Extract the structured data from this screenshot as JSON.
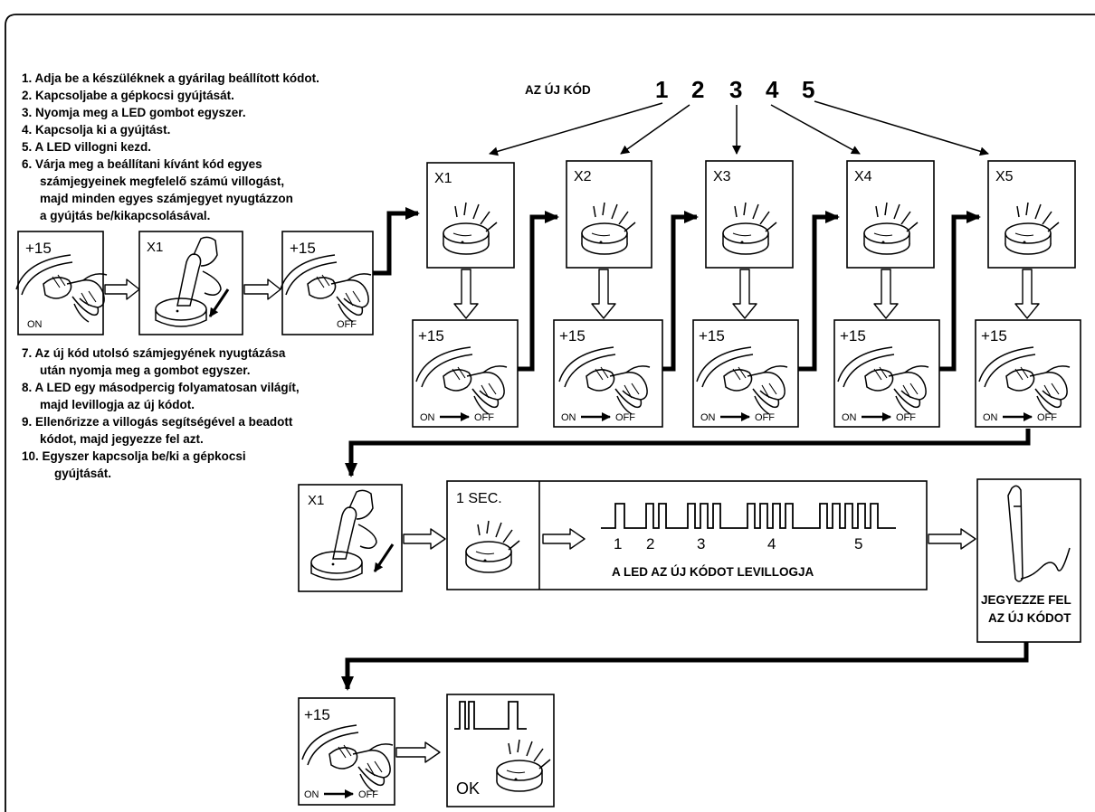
{
  "instructions_top": [
    "1. Adja be a készüléknek a gyárilag beállított kódot.",
    "2. Kapcsoljabe a gépkocsi gyújtását.",
    "3. Nyomja meg a LED gombot egyszer.",
    "4. Kapcsolja ki a gyújtást.",
    "5. A LED villogni kezd.",
    "6. Várja meg a beállítani kívánt kód egyes",
    "számjegyeinek megfelelő számú villogást,",
    "majd minden egyes számjegyet nyugtázzon",
    "a gyújtás be/kikapcsolásával."
  ],
  "instructions_bottom": [
    "7. Az új kód utolsó számjegyének nyugtázása",
    "után nyomja meg a gombot egyszer.",
    "8. A LED egy másodpercig folyamatosan világít,",
    "majd levillogja az új kódot.",
    "9. Ellenőrizze a villogás segítségével a beadott",
    "kódot, majd jegyezze fel azt.",
    "10. Egyszer kapcsolja be/ki a gépkocsi",
    "gyújtását."
  ],
  "header": {
    "new_code_label": "AZ ÚJ KÓD",
    "digits": [
      "1",
      "2",
      "3",
      "4",
      "5"
    ]
  },
  "panels": {
    "ign_on_plus": "+15",
    "ign_on_state": "ON",
    "press_count": "X1",
    "ign_off_plus": "+15",
    "ign_off_state": "OFF"
  },
  "steps": [
    {
      "flash": "X1",
      "plus": "+15",
      "on": "ON",
      "off": "OFF"
    },
    {
      "flash": "X2",
      "plus": "+15",
      "on": "ON",
      "off": "OFF"
    },
    {
      "flash": "X3",
      "plus": "+15",
      "on": "ON",
      "off": "OFF"
    },
    {
      "flash": "X4",
      "plus": "+15",
      "on": "ON",
      "off": "OFF"
    },
    {
      "flash": "X5",
      "plus": "+15",
      "on": "ON",
      "off": "OFF"
    }
  ],
  "lower_flow": {
    "press_count": "X1",
    "one_sec": "1 SEC.",
    "pulse_numbers": [
      "1",
      "2",
      "3",
      "4",
      "5"
    ],
    "pulse_caption": "A LED AZ ÚJ KÓDOT LEVILLOGJA",
    "note_line1": "JEGYEZZE FEL",
    "note_line2": "AZ ÚJ KÓDOT",
    "final_plus": "+15",
    "final_on": "ON",
    "final_off": "OFF",
    "ok_label": "OK"
  }
}
